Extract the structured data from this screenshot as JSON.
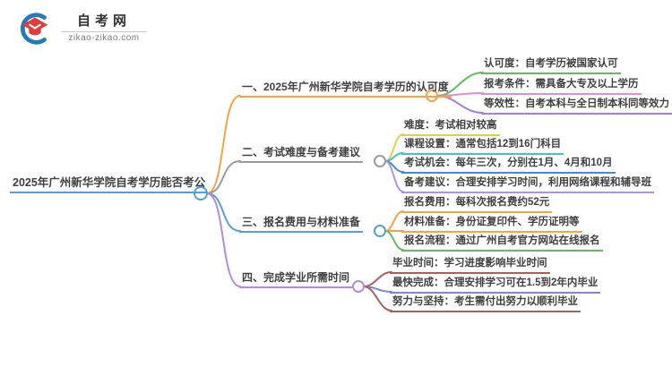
{
  "logo": {
    "title": "自考网",
    "domain": "zikao-zikao.com",
    "icon_colors": {
      "crescent_blue": "#2479bd",
      "cap_red": "#e23b3b"
    }
  },
  "palette": {
    "text": "#3f3f3f",
    "root_blue": "#549fd7",
    "orange": "#f5a345",
    "gray": "#9b9b9b",
    "green": "#61bb61",
    "pink": "#e38cd5",
    "violet": "#a07fd6",
    "yellow": "#ddd04b",
    "cyan": "#3fc1d2",
    "blue": "#4c88cb",
    "light_purple": "#b291dd",
    "branch_purple": "#b38bd9",
    "brown": "#a3625d",
    "slate_blue": "#7f86da"
  },
  "mindmap": {
    "root": {
      "label": "2025年广州新华学院自考学历能否考公",
      "color": "#549fd7"
    },
    "branches": [
      {
        "label": "一、2025年广州新华学院自考学历的认可度",
        "color": "#f5a345",
        "children": [
          {
            "label": "认可度：自考学历被国家认可",
            "color": "#61bb61"
          },
          {
            "label": "报考条件：需具备大专及以上学历",
            "color": "#e38cd5"
          },
          {
            "label": "等效性：自考本科与全日制本科同等效力",
            "color": "#a07fd6"
          }
        ]
      },
      {
        "label": "二、考试难度与备考建议",
        "color": "#9b9b9b",
        "children": [
          {
            "label": "难度：考试相对较高",
            "color": "#ddd04b"
          },
          {
            "label": "课程设置：通常包括12到16门科目",
            "color": "#3fc1d2"
          },
          {
            "label": "考试机会：每年三次，分别在1月、4月和10月",
            "color": "#4c88cb"
          },
          {
            "label": "备考建议：合理安排学习时间，利用网络课程和辅导班",
            "color": "#b291dd"
          }
        ]
      },
      {
        "label": "三、报名费用与材料准备",
        "color": "#549fd7",
        "children": [
          {
            "label": "报名费用：每科次报名费约52元",
            "color": "#f5a345"
          },
          {
            "label": "材料准备：身份证复印件、学历证明等",
            "color": "#f5a345"
          },
          {
            "label": "报名流程：通过广州自考官方网站在线报名",
            "color": "#61bb61"
          }
        ]
      },
      {
        "label": "四、完成学业所需时间",
        "color": "#b38bd9",
        "children": [
          {
            "label": "毕业时间：学习进度影响毕业时间",
            "color": "#a3625d"
          },
          {
            "label": "最快完成：合理安排学习可在1.5到2年内毕业",
            "color": "#7f86da"
          },
          {
            "label": "努力与坚持：考生需付出努力以顺利毕业",
            "color": "#a3625d"
          }
        ]
      }
    ]
  }
}
